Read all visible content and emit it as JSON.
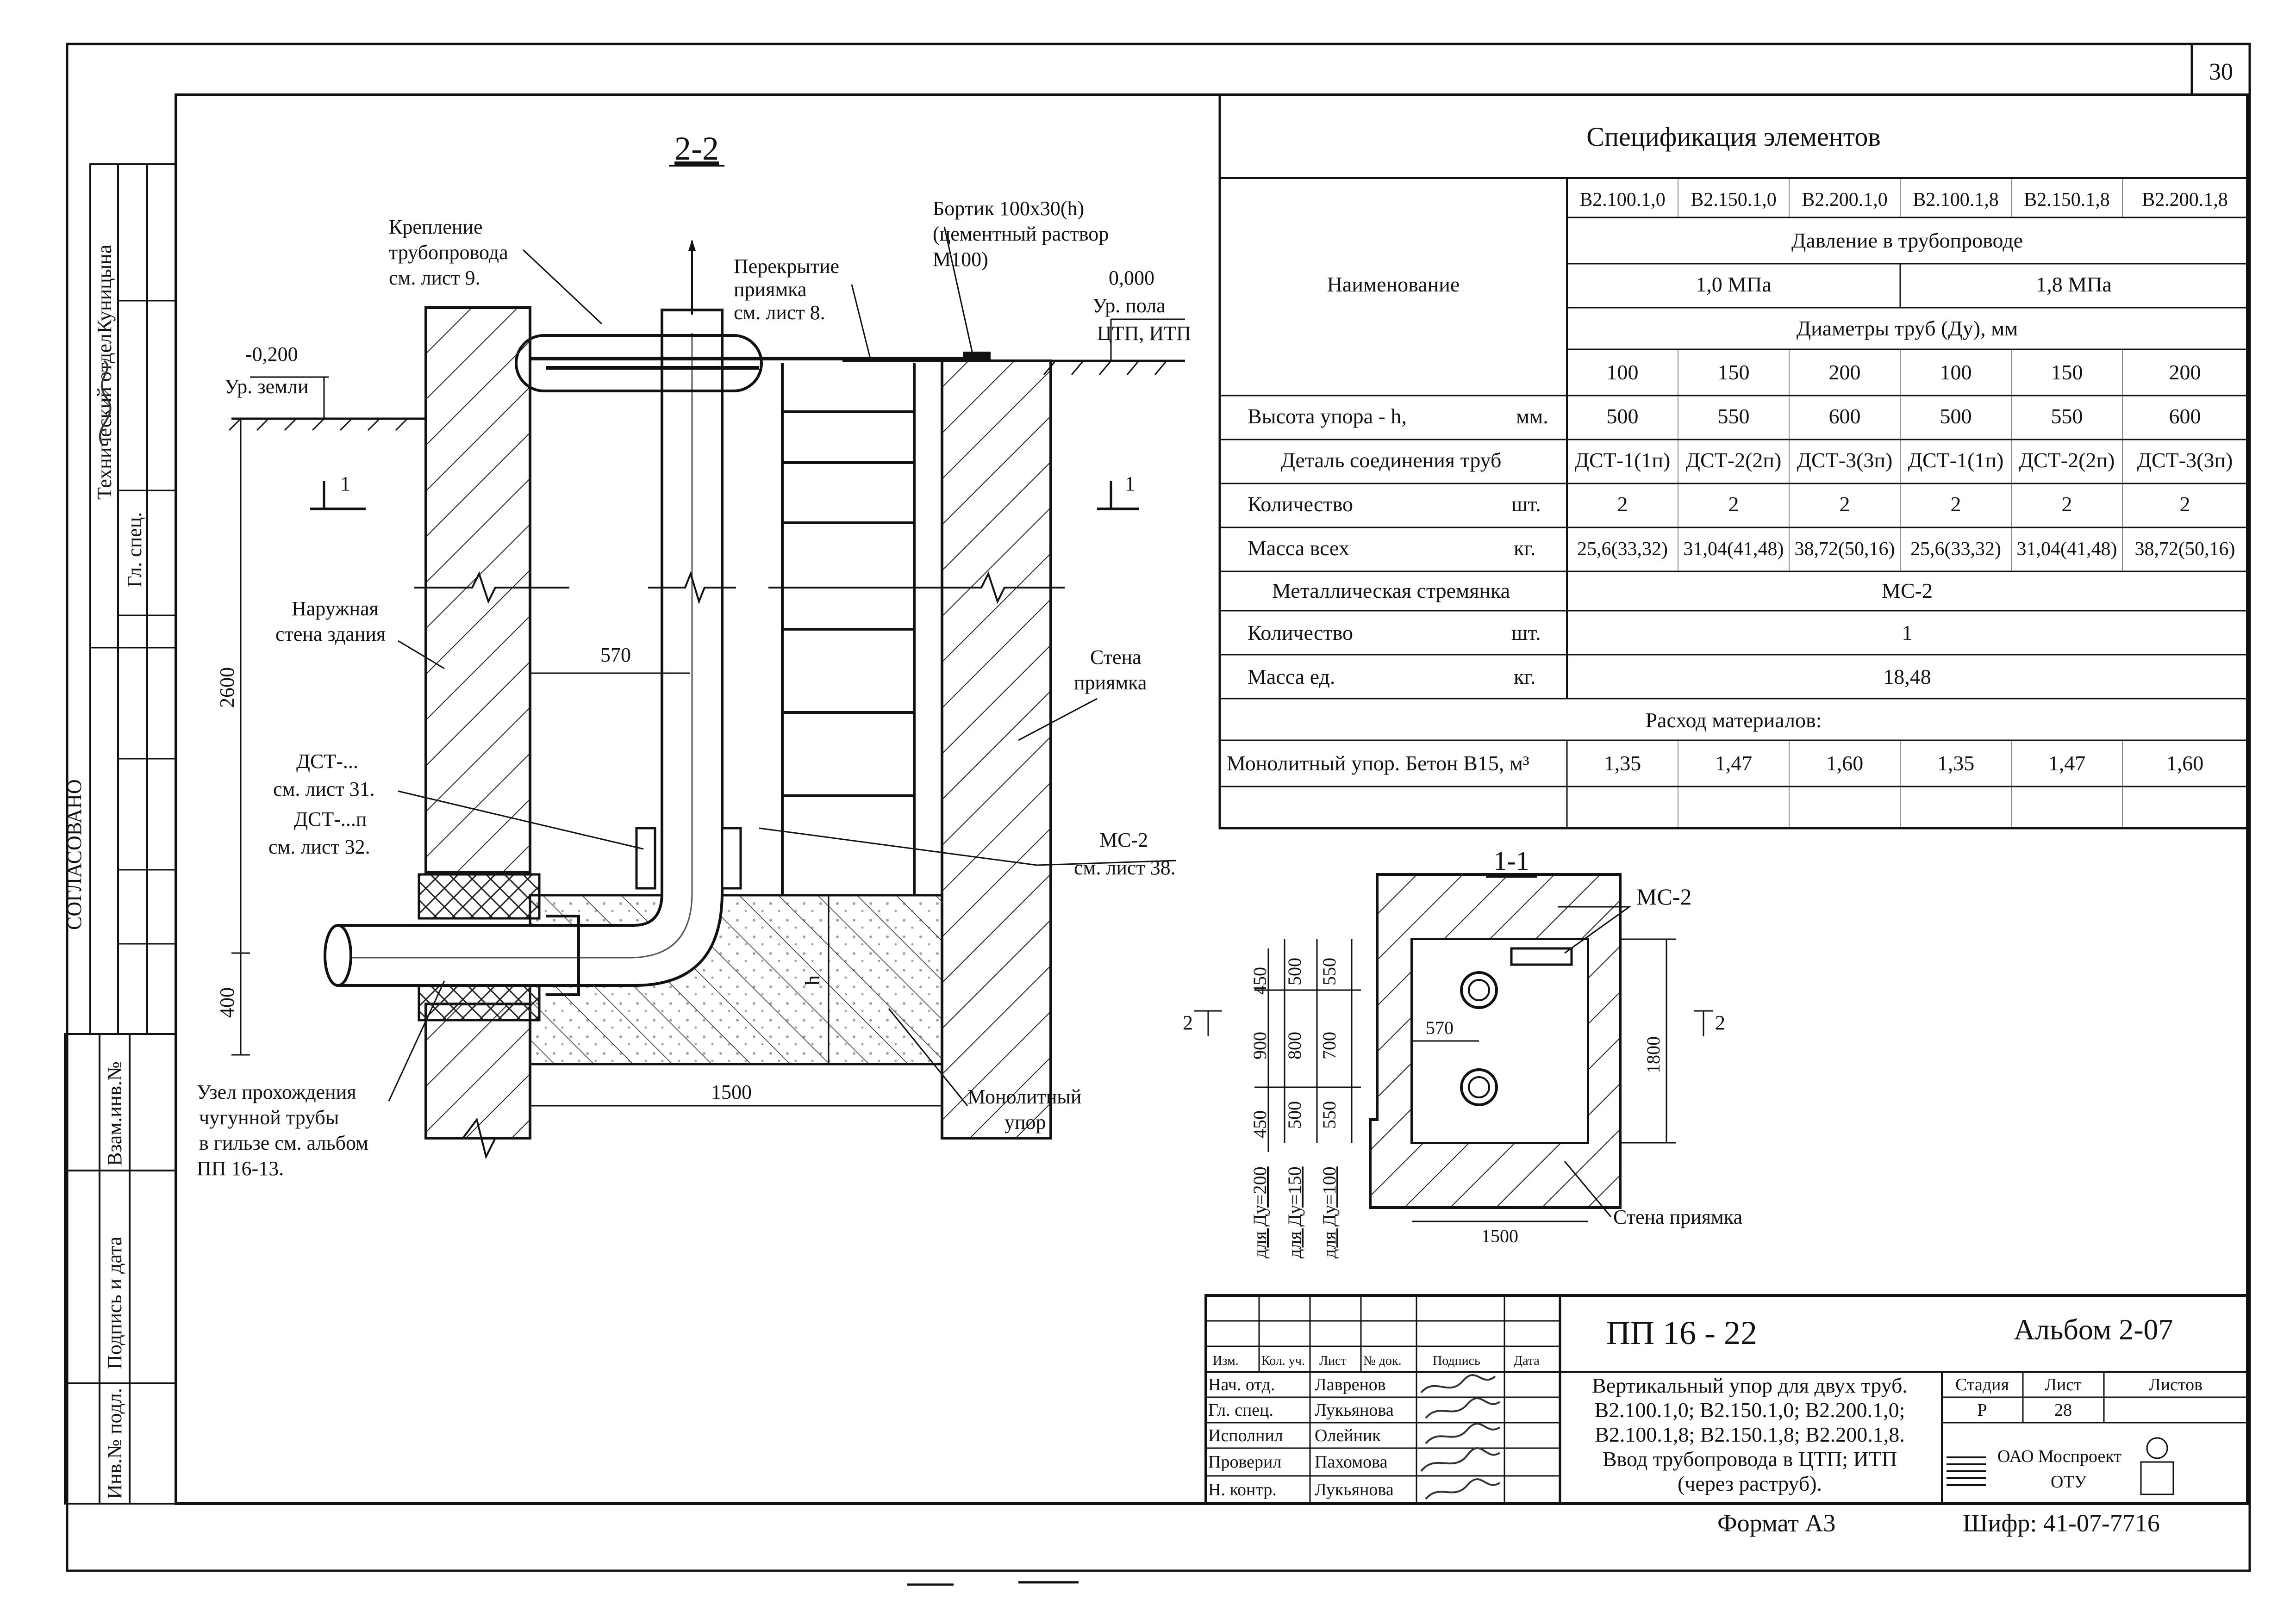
{
  "sheet": {
    "number": "30"
  },
  "left_stamp": {
    "dept": "Технический отдел",
    "role": "Гл. спец.",
    "name": "Куницына",
    "agreed": "СОГЛАСОВАНО",
    "inv_replace": "Взам.инв.№",
    "sign_date": "Подпись и дата",
    "inv_orig": "Инв.№ подл."
  },
  "section_2_2": {
    "title": "2-2",
    "cut_mark": "1",
    "ground_level": {
      "value": "-0,200",
      "label": "Ур. земли"
    },
    "floor_level": {
      "value": "0,000",
      "label1": "Ур. пола",
      "label2": "ЦТП, ИТП"
    },
    "pipe_fixing": [
      "Крепление",
      "трубопровода",
      "см. лист 9."
    ],
    "pit_cover": [
      "Перекрытие",
      "приямка",
      "см. лист 8."
    ],
    "border": [
      "Бортик 100х30(h)",
      "(цементный раствор",
      "М100)"
    ],
    "outer_wall": [
      "Наружная",
      "стена здания"
    ],
    "pit_wall": [
      "Стена",
      "приямка"
    ],
    "dst": [
      "ДСТ-...",
      "см. лист 31.",
      "ДСТ-...п",
      "см. лист 32."
    ],
    "ms2": [
      "МС-2",
      "см. лист 38."
    ],
    "node": [
      "Узел прохождения",
      "чугунной трубы",
      "в гильзе см. альбом",
      "ПП 16-13."
    ],
    "monolith": [
      "Монолитный",
      "упор"
    ],
    "dims": [
      "2600",
      "400",
      "570",
      "1500",
      "h"
    ]
  },
  "spec": {
    "title": "Спецификация элементов",
    "columns": [
      "В2.100.1,0",
      "В2.150.1,0",
      "В2.200.1,0",
      "В2.100.1,8",
      "В2.150.1,8",
      "В2.200.1,8"
    ],
    "name_header": "Наименование",
    "pressure_header": "Давление в трубопроводе",
    "pressure_values": [
      "1,0 МПа",
      "1,8 МПа"
    ],
    "diameter_header": "Диаметры труб (Ду), мм",
    "diameters": [
      "100",
      "150",
      "200",
      "100",
      "150",
      "200"
    ],
    "rows": [
      {
        "label": "Высота упора - h,",
        "unit": "мм.",
        "values": [
          "500",
          "550",
          "600",
          "500",
          "550",
          "600"
        ]
      },
      {
        "label": "Деталь соединения труб",
        "values": [
          "ДСТ-1(1п)",
          "ДСТ-2(2п)",
          "ДСТ-3(3п)",
          "ДСТ-1(1п)",
          "ДСТ-2(2п)",
          "ДСТ-3(3п)"
        ]
      },
      {
        "label": "Количество",
        "unit": "шт.",
        "values": [
          "2",
          "2",
          "2",
          "2",
          "2",
          "2"
        ]
      },
      {
        "label": "Масса всех",
        "unit": "кг.",
        "values": [
          "25,6(33,32)",
          "31,04(41,48)",
          "38,72(50,16)",
          "25,6(33,32)",
          "31,04(41,48)",
          "38,72(50,16)"
        ]
      },
      {
        "label": "Металлическая стремянка",
        "value": "МС-2"
      },
      {
        "label": "Количество",
        "unit": "шт.",
        "value": "1"
      },
      {
        "label": "Масса ед.",
        "unit": "кг.",
        "value": "18,48"
      }
    ],
    "materials_header": "Расход материалов:",
    "concrete": {
      "label": "Монолитный упор. Бетон В15, м³",
      "values": [
        "1,35",
        "1,47",
        "1,60",
        "1,35",
        "1,47",
        "1,60"
      ]
    }
  },
  "section_1_1": {
    "title": "1-1",
    "cut_mark": "2",
    "ms2": "МС-2",
    "dims": [
      "450",
      "900",
      "450",
      "500",
      "800",
      "500",
      "550",
      "700",
      "550",
      "570",
      "1800",
      "1500"
    ],
    "dn_labels": [
      "для Ду=200",
      "для Ду=150",
      "для Ду=100"
    ],
    "pit_wall": "Стена приямка"
  },
  "title_block": {
    "code": "ПП   16 - 22",
    "album": "Альбом 2-07",
    "headers": [
      "Изм.",
      "Кол. уч.",
      "Лист",
      "№ док.",
      "Подпись",
      "Дата"
    ],
    "people": [
      {
        "role": "Нач. отд.",
        "name": "Лавренов"
      },
      {
        "role": "Гл. спец.",
        "name": "Лукьянова"
      },
      {
        "role": "Исполнил",
        "name": "Олейник"
      },
      {
        "role": "Проверил",
        "name": "Пахомова"
      },
      {
        "role": "Н. контр.",
        "name": "Лукьянова"
      }
    ],
    "description": [
      "Вертикальный упор для двух труб.",
      "В2.100.1,0; В2.150.1,0; В2.200.1,0;",
      "В2.100.1,8; В2.150.1,8; В2.200.1,8.",
      "Ввод трубопровода в ЦТП; ИТП",
      "(через раструб)."
    ],
    "stage": {
      "label": "Стадия",
      "value": "Р"
    },
    "sheet": {
      "label": "Лист",
      "value": "28"
    },
    "sheets": {
      "label": "Листов"
    },
    "company": [
      "ОАО Моспроект",
      "ОТУ"
    ],
    "format": "Формат А3",
    "cipher": "Шифр: 41-07-7716"
  }
}
